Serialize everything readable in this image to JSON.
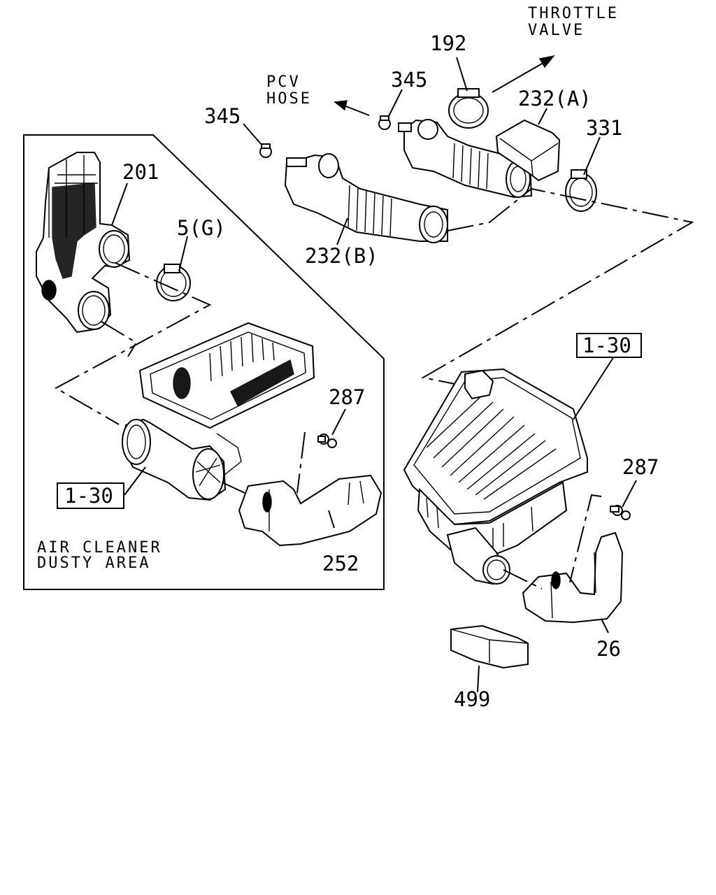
{
  "diagram": {
    "inset_note": [
      "AIR CLEANER",
      "DUSTY AREA"
    ],
    "destinations": {
      "throttle_valve": [
        "THROTTLE",
        "VALVE"
      ],
      "pcv_hose": [
        "PCV",
        "HOSE"
      ]
    },
    "callouts": {
      "p192": "192",
      "p345_right": "345",
      "p345_left": "345",
      "p232a": "232(A)",
      "p331": "331",
      "p232b": "232(B)",
      "p201": "201",
      "p5g": "5(G)",
      "p287_inset": "287",
      "p1_30_inset": "1-30",
      "p252": "252",
      "p1_30_main": "1-30",
      "p287_main": "287",
      "p26": "26",
      "p499": "499"
    }
  }
}
